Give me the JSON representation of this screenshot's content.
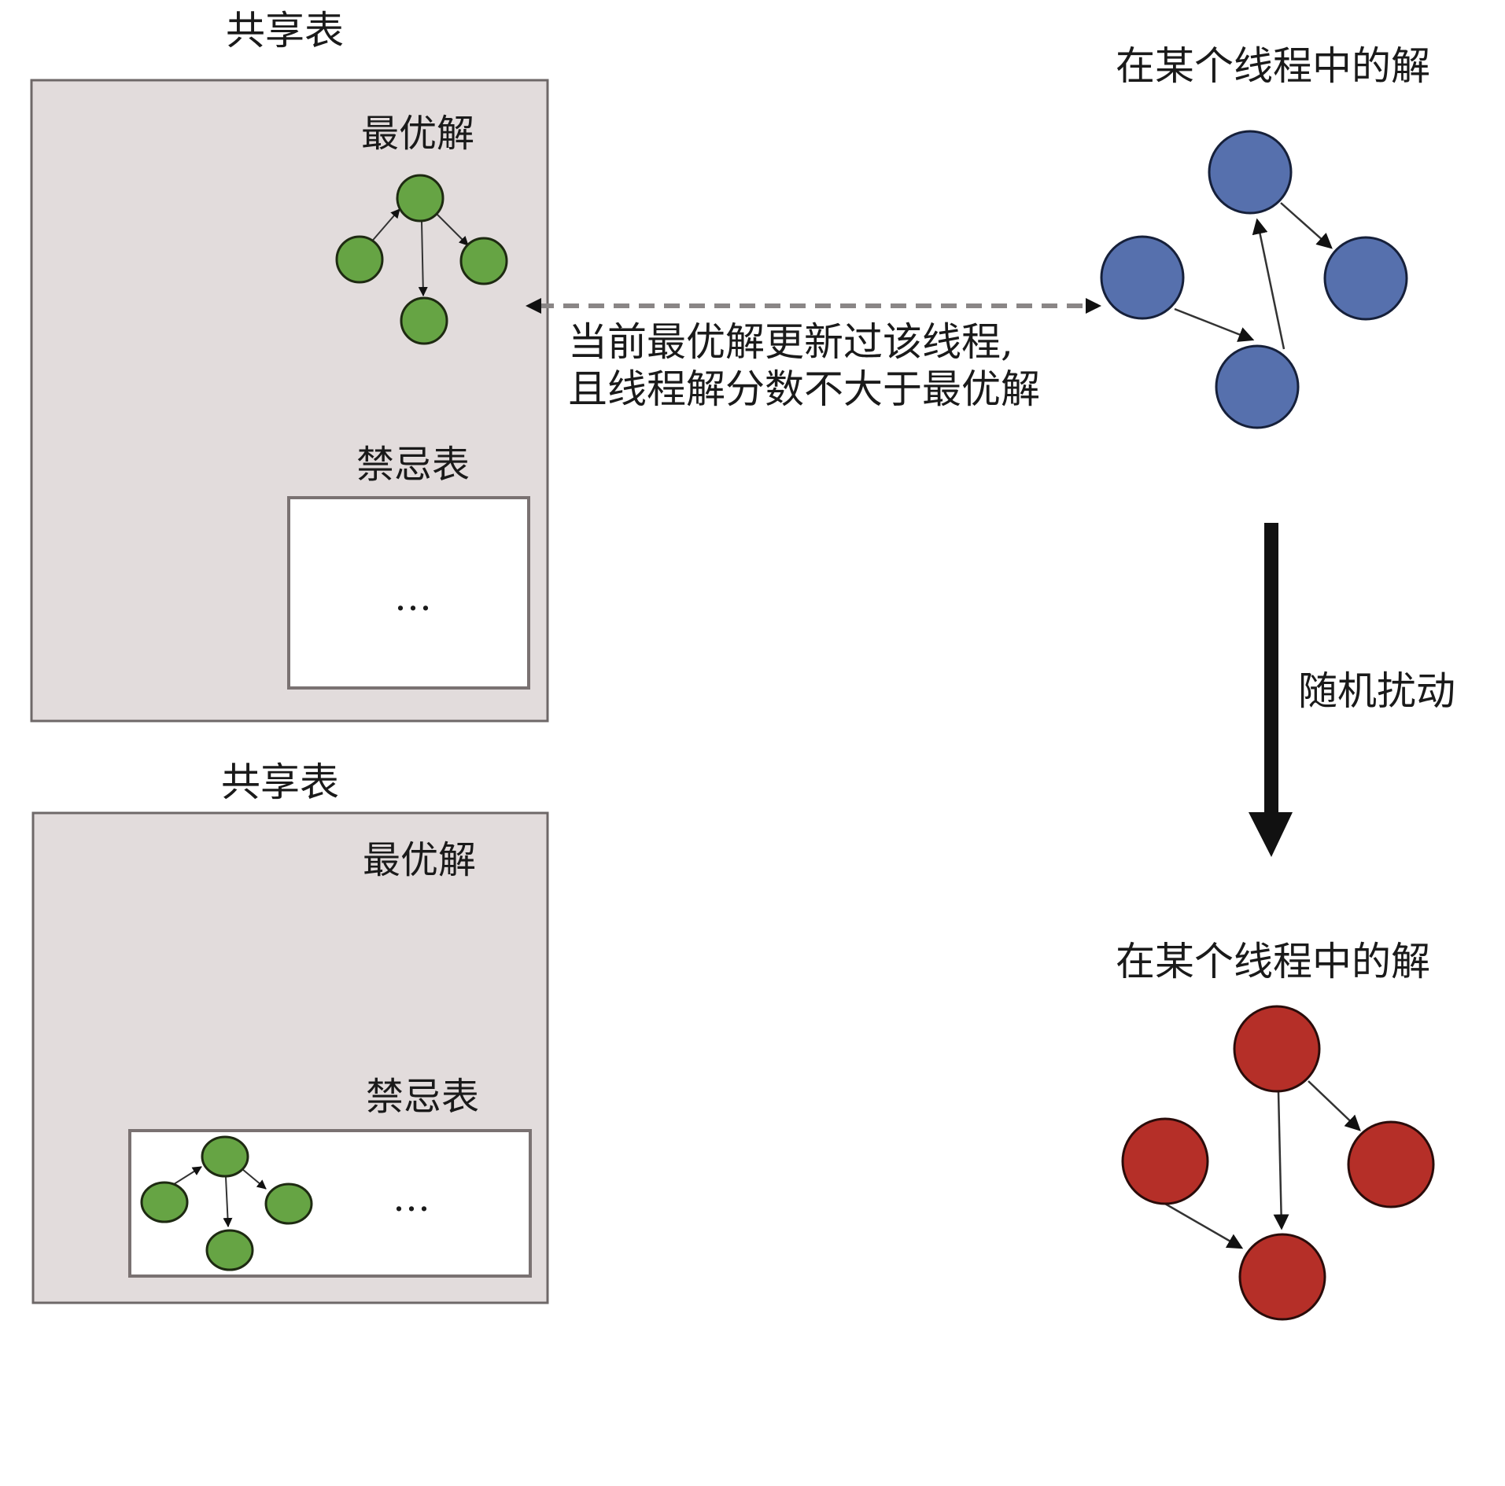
{
  "top_panel": {
    "shared_table_label": "共享表",
    "best_solution_label": "最优解",
    "tabu_table_label": "禁忌表",
    "tabu_ellipsis": "…"
  },
  "bottom_panel": {
    "shared_table_label": "共享表",
    "best_solution_label": "最优解",
    "tabu_table_label": "禁忌表",
    "tabu_ellipsis": "…"
  },
  "thread_solution_before": {
    "title": "在某个线程中的解",
    "color": "#5670ad"
  },
  "thread_solution_after": {
    "title": "在某个线程中的解",
    "color": "#b52f28"
  },
  "update_condition": {
    "line1": "当前最优解更新过该线程,",
    "line2": "且线程解分数不大于最优解"
  },
  "perturbation_label": "随机扰动",
  "colors": {
    "panel_fill": "#e2dcdc",
    "panel_border": "#6e6868",
    "green_node": "#66a444",
    "blue_node": "#5670ad",
    "red_node": "#b52f28"
  }
}
